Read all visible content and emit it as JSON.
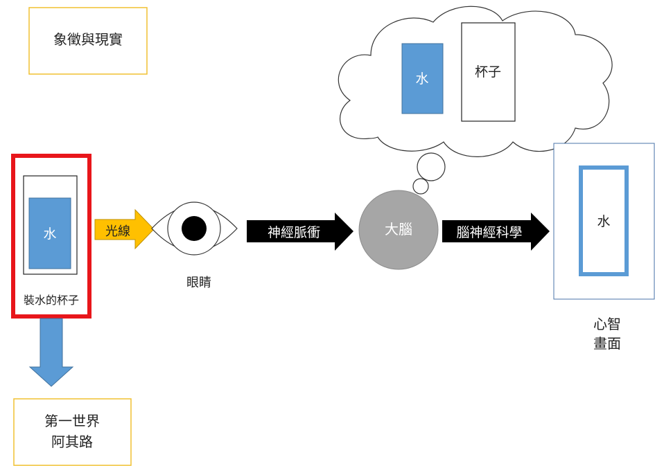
{
  "title": "象徵與現實",
  "cup_label": "裝水的杯子",
  "water_label": "水",
  "light_label": "光線",
  "eye_label": "眼睛",
  "nerve_label": "神經脈衝",
  "brain_label": "大腦",
  "neuro_label": "腦神經科學",
  "thought_water_label": "水",
  "thought_cup_label": "杯子",
  "mind_water_label": "水",
  "mind_label": {
    "line1": "心智",
    "line2": "畫面"
  },
  "world_label": {
    "line1": "第一世界",
    "line2": "阿其路"
  },
  "colors": {
    "yellow_border": "#f0c030",
    "red_border": "#e8161b",
    "blue_fill": "#5b9bd5",
    "arrow_yellow": "#ffc000",
    "brain_gray": "#a6a6a6",
    "mind_frame": "#4a73a8"
  }
}
